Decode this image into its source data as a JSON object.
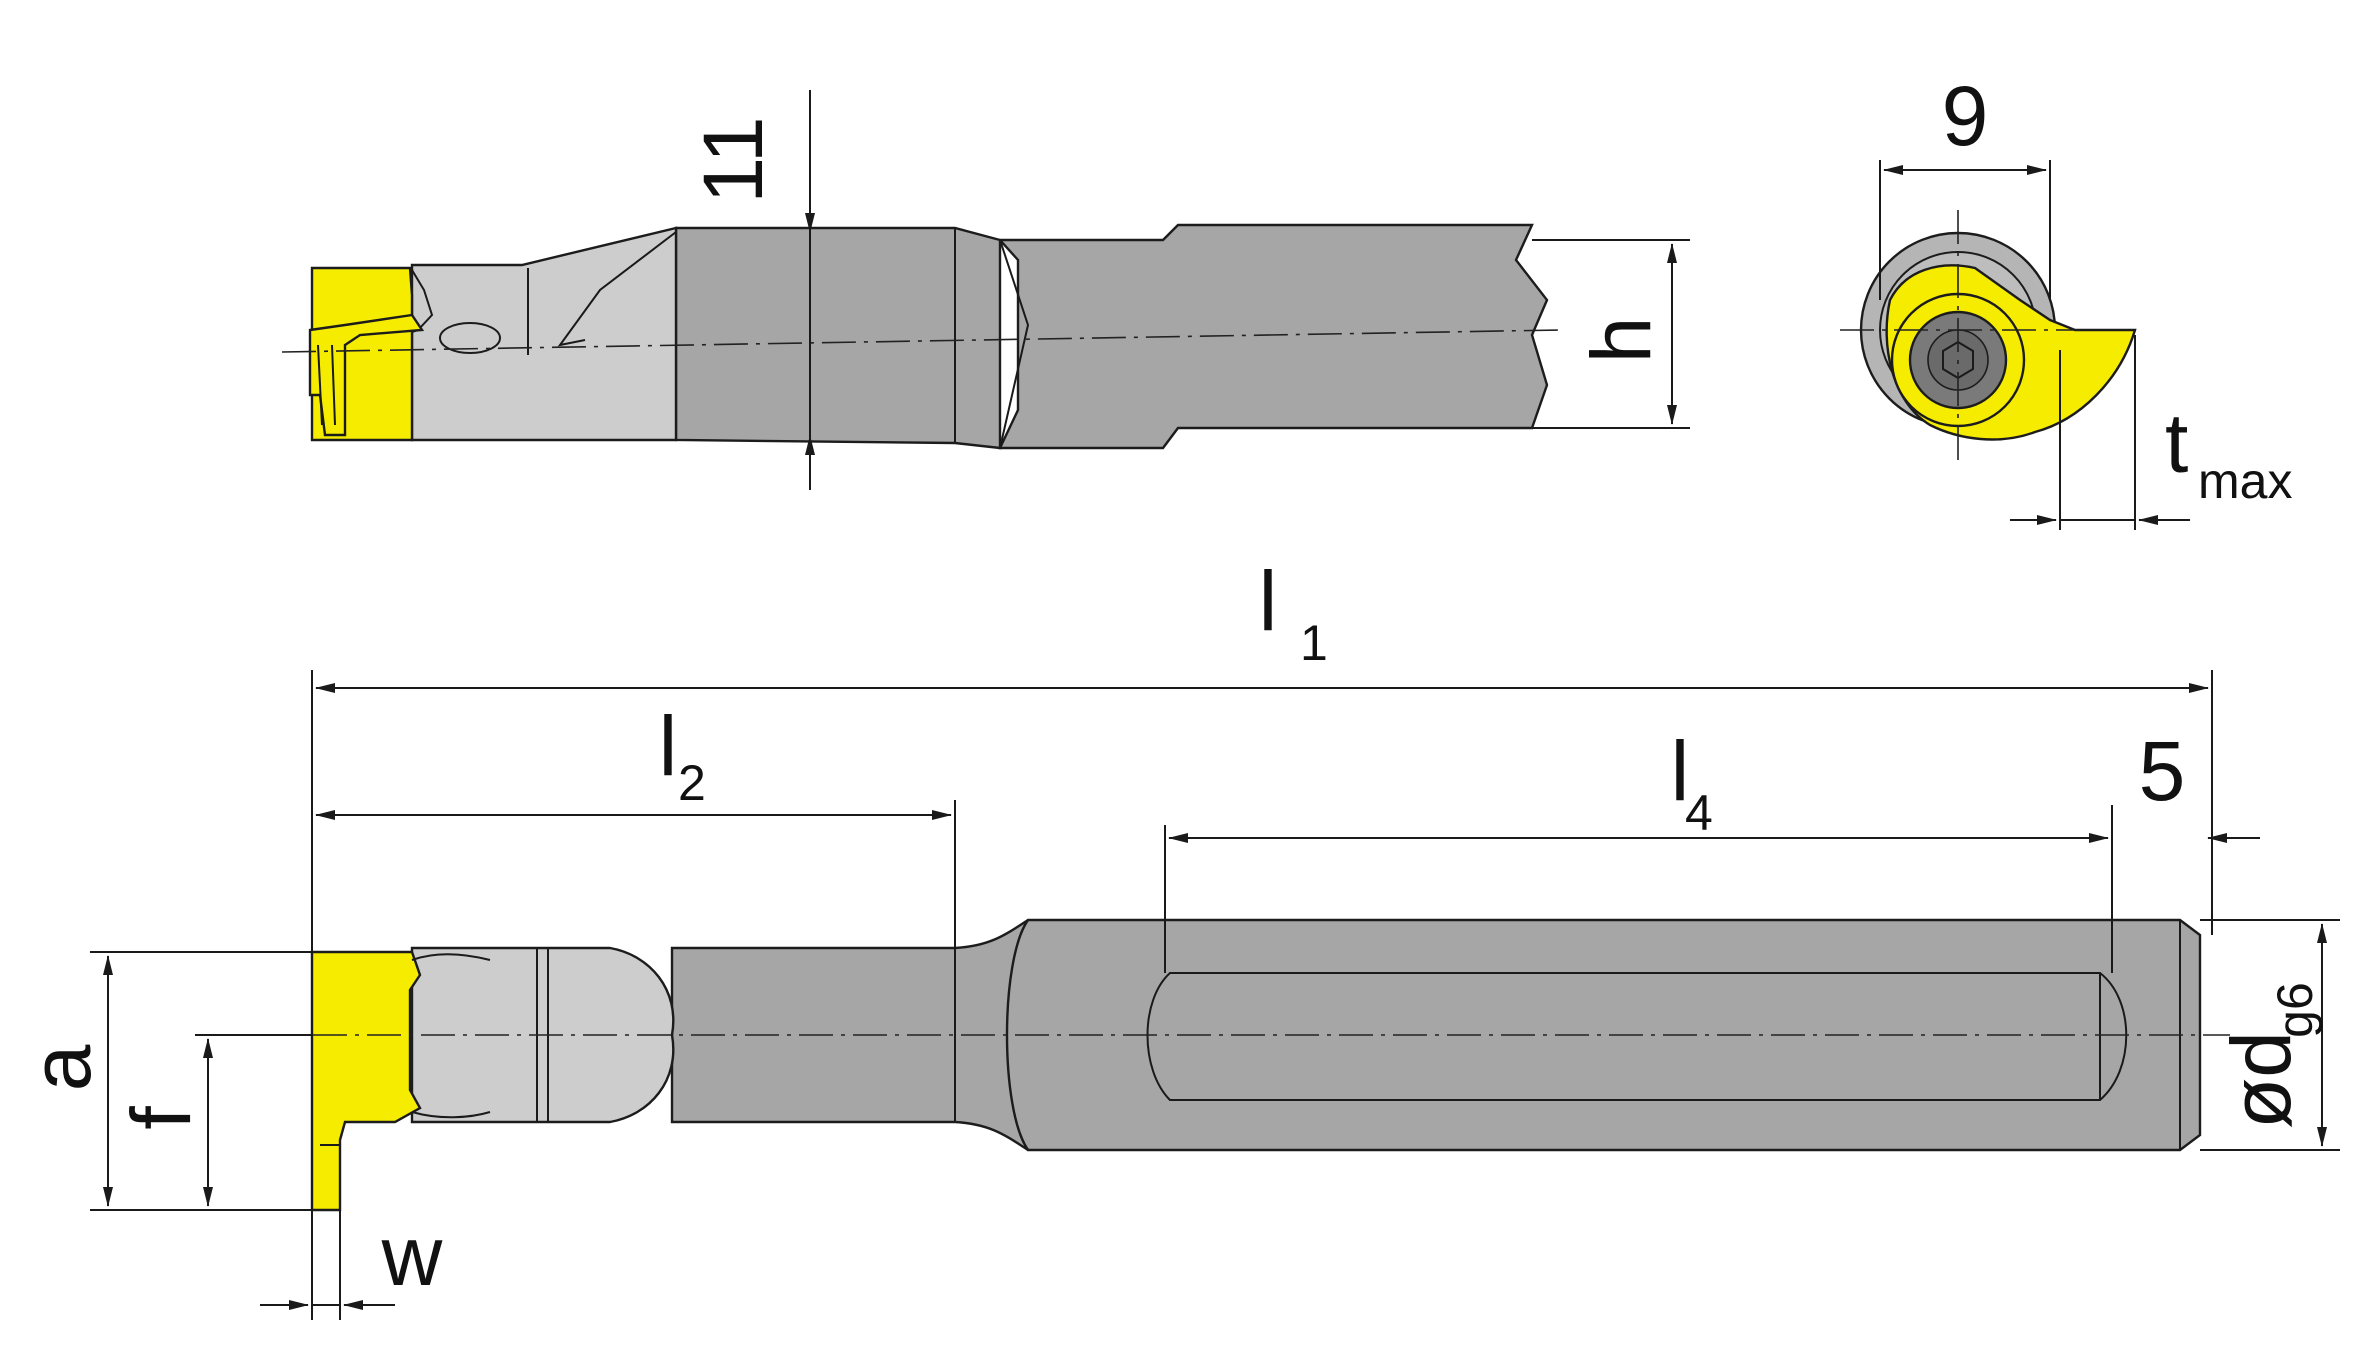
{
  "drawing": {
    "colors": {
      "insert": "#f5ec00",
      "shank_dark": "#a6a6a6",
      "shank_light": "#cdcdcd",
      "outline": "#1c1c1c",
      "background": "#ffffff"
    },
    "labels": {
      "dim_11": "11",
      "dim_9": "9",
      "dim_h": "h",
      "dim_tmax": "t",
      "dim_tmax_sub": "max",
      "dim_l1": "l",
      "dim_l1_sub": "1",
      "dim_l2": "l",
      "dim_l2_sub": "2",
      "dim_l4": "l",
      "dim_l4_sub": "4",
      "dim_5": "5",
      "dim_a": "a",
      "dim_f": "f",
      "dim_w": "w",
      "dim_od": "ød",
      "dim_od_sub": "g6"
    }
  }
}
